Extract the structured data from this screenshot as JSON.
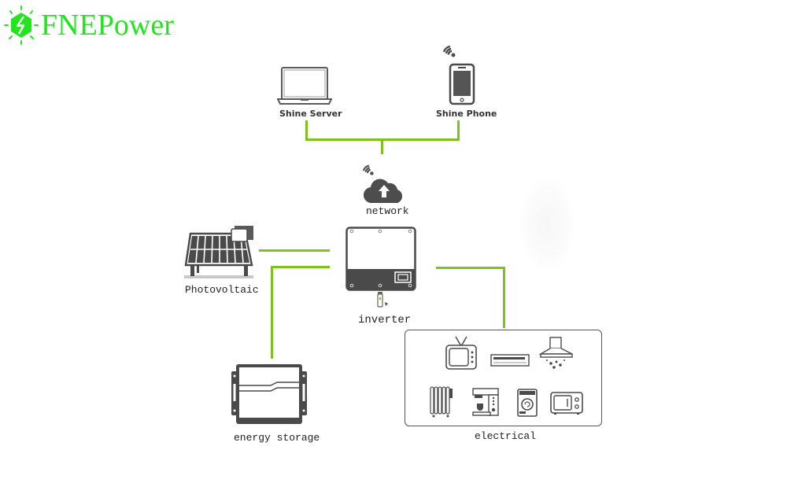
{
  "brand": {
    "name": "FNEPower",
    "icon": "lightning-hexagon-icon",
    "color": "#22e51e"
  },
  "colors": {
    "connector": "#7cc31c",
    "device": "#4a4a4a",
    "label": "#222222"
  },
  "nodes": {
    "shine_server": {
      "label": "Shine Server",
      "icon": "laptop-icon"
    },
    "shine_phone": {
      "label": "Shine Phone",
      "icon": "smartphone-icon",
      "badge": "wifi-icon"
    },
    "network": {
      "label": "network",
      "icon": "cloud-upload-icon",
      "badge": "wifi-icon"
    },
    "photovoltaic": {
      "label": "Photovoltaic",
      "icon": "solar-panel-icon"
    },
    "inverter": {
      "label": "inverter",
      "icon": "inverter-icon",
      "accessory": "wifi-dongle-icon"
    },
    "energy_storage": {
      "label": "energy storage",
      "icon": "battery-icon"
    },
    "electrical": {
      "label": "electrical",
      "appliances": [
        {
          "name": "television",
          "icon": "tv-icon"
        },
        {
          "name": "air conditioner",
          "icon": "air-conditioner-icon"
        },
        {
          "name": "range hood",
          "icon": "range-hood-icon"
        },
        {
          "name": "oil heater",
          "icon": "radiator-icon"
        },
        {
          "name": "coffee machine",
          "icon": "coffee-machine-icon"
        },
        {
          "name": "washing machine",
          "icon": "washing-machine-icon"
        },
        {
          "name": "microwave",
          "icon": "microwave-icon"
        }
      ]
    }
  },
  "connections": [
    [
      "shine_server",
      "network"
    ],
    [
      "shine_phone",
      "network"
    ],
    [
      "photovoltaic",
      "inverter"
    ],
    [
      "energy_storage",
      "inverter"
    ],
    [
      "inverter",
      "electrical"
    ]
  ]
}
